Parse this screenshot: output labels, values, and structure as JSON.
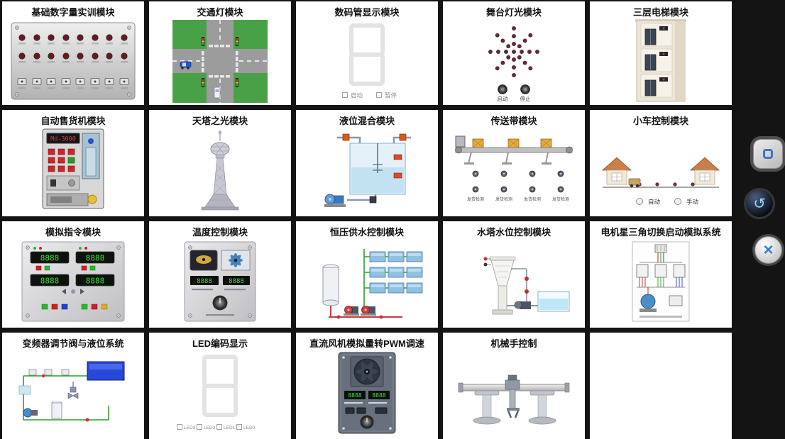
{
  "window": {
    "background": "#141414"
  },
  "common": {
    "seg4": "8888"
  },
  "modules": [
    {
      "title": "基础数字量实训模块"
    },
    {
      "title": "交通灯模块"
    },
    {
      "title": "数码管显示模块",
      "labels": {
        "start": "启动",
        "pause": "暂停"
      }
    },
    {
      "title": "舞台灯光模块",
      "labels": {
        "start": "启动",
        "stop": "停止"
      }
    },
    {
      "title": "三层电梯模块"
    },
    {
      "title": "自动售货机模块",
      "display": "Md-3000"
    },
    {
      "title": "天塔之光模块"
    },
    {
      "title": "液位混合模块"
    },
    {
      "title": "传送带模块",
      "labels": {
        "s1": "发货检测",
        "s2": "发货检测",
        "s3": "发货检测",
        "s4": "发货检测"
      }
    },
    {
      "title": "小车控制模块",
      "labels": {
        "auto": "自动",
        "manual": "手动"
      }
    },
    {
      "title": "模拟指令模块"
    },
    {
      "title": "温度控制模块"
    },
    {
      "title": "恒压供水控制模块"
    },
    {
      "title": "水塔水位控制模块"
    },
    {
      "title": "电机星三角切换启动模拟系统"
    },
    {
      "title": "变频器调节阀与液位系统"
    },
    {
      "title": "LED编码显示",
      "labels": {
        "led3": "LED3",
        "led2": "LED2",
        "led1": "LED1",
        "led0": "LED0"
      }
    },
    {
      "title": "直流风机模拟量转PWM调速"
    },
    {
      "title": "机械手控制"
    },
    {
      "title": ""
    }
  ],
  "side_panel": {
    "buttons": [
      {
        "id": "window",
        "icon": "square-outline-icon"
      },
      {
        "id": "back",
        "icon": "rotate-back-icon"
      },
      {
        "id": "close",
        "icon": "close-x-icon"
      }
    ]
  }
}
